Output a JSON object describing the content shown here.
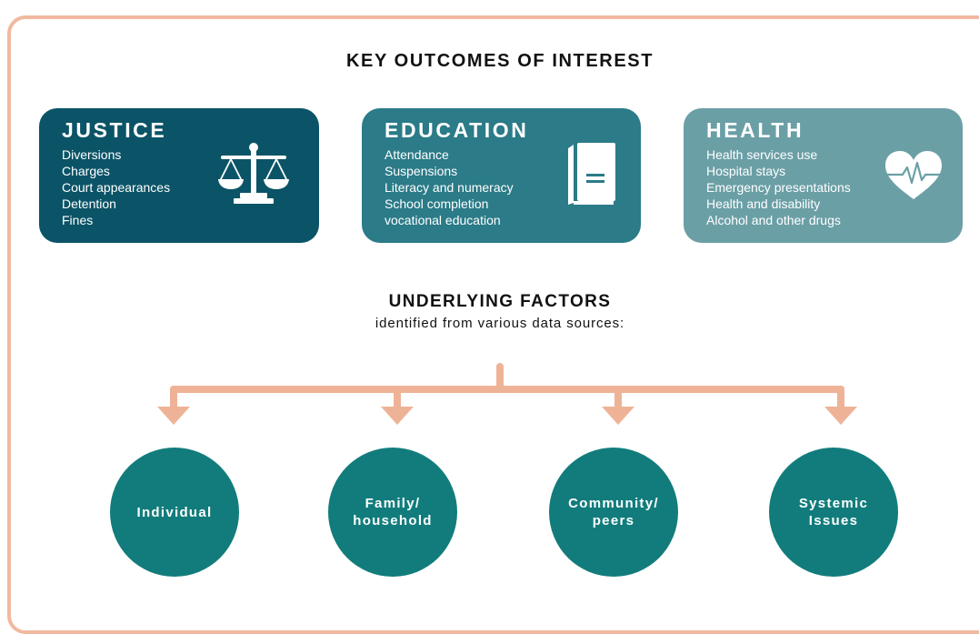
{
  "title": "KEY OUTCOMES OF INTEREST",
  "outcomes": [
    {
      "title": "JUSTICE",
      "icon": "scales-of-justice-icon",
      "items": [
        "Diversions",
        "Charges",
        "Court appearances",
        "Detention",
        "Fines"
      ]
    },
    {
      "title": "EDUCATION",
      "icon": "book-icon",
      "items": [
        "Attendance",
        "Suspensions",
        "Literacy and numeracy",
        "School completion",
        "vocational education"
      ]
    },
    {
      "title": "HEALTH",
      "icon": "heart-pulse-icon",
      "items": [
        "Health services use",
        "Hospital stays",
        "Emergency presentations",
        "Health and disability",
        "Alcohol and other drugs"
      ]
    }
  ],
  "factors_heading": "UNDERLYING FACTORS",
  "factors_caption": "identified from various data sources:",
  "factors": [
    "Individual",
    "Family/\nhousehold",
    "Community/\npeers",
    "Systemic\nIssues"
  ],
  "colors": {
    "justice": "#0b5467",
    "education": "#2b7b88",
    "health": "#6b9fa6",
    "circle": "#127c7c",
    "connector": "#eeb397"
  }
}
